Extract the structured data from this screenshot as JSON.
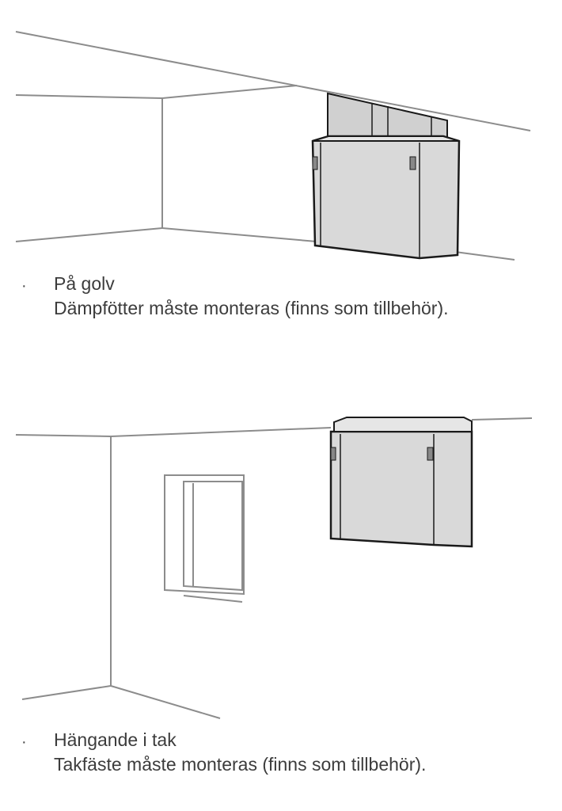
{
  "colors": {
    "line": "#8c8c8c",
    "unit_fill": "#d9d9d9",
    "unit_edge": "#1a1a1a",
    "text": "#3c3c3c"
  },
  "sections": [
    {
      "bullet": "·",
      "title": "På golv",
      "description": "Dämpfötter måste monteras (finns som tillbehör)."
    },
    {
      "bullet": "·",
      "title": "Hängande i tak",
      "description": "Takfäste måste monteras (finns som tillbehör)."
    }
  ]
}
